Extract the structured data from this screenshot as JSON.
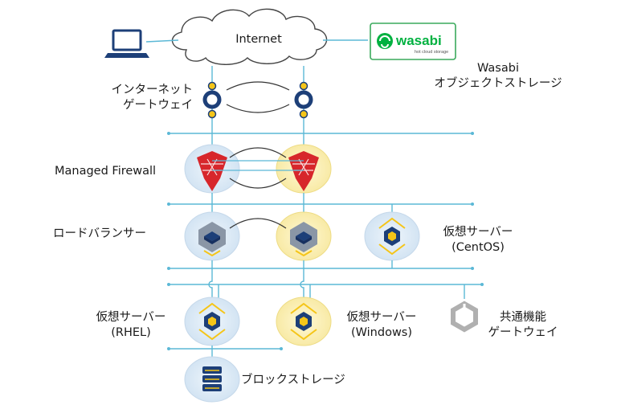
{
  "internet": {
    "label": "Internet"
  },
  "wasabi": {
    "logo_text": "wasabi",
    "logo_tagline": "hot cloud storage",
    "label_line1": "Wasabi",
    "label_line2": "オブジェクトストレージ"
  },
  "igw": {
    "label_line1": "インターネット",
    "label_line2": "ゲートウェイ"
  },
  "firewall": {
    "label": "Managed Firewall"
  },
  "lb": {
    "label": "ロードバランサー"
  },
  "vs_centos": {
    "label_line1": "仮想サーバー",
    "label_line2": "(CentOS)"
  },
  "vs_rhel": {
    "label_line1": "仮想サーバー",
    "label_line2": "(RHEL)"
  },
  "vs_windows": {
    "label_line1": "仮想サーバー",
    "label_line2": "(Windows)"
  },
  "common_gw": {
    "label_line1": "共通機能",
    "label_line2": "ゲートウェイ"
  },
  "block_storage": {
    "label": "ブロックストレージ"
  },
  "colors": {
    "network_line": "#5bb8d6",
    "node_blue": "#dbe9f5",
    "node_yellow": "#fbf0b8",
    "firewall_red": "#d7262b",
    "server_navy": "#1d3f78",
    "accent_yellow": "#f5c518",
    "wasabi_green": "#00b140"
  }
}
